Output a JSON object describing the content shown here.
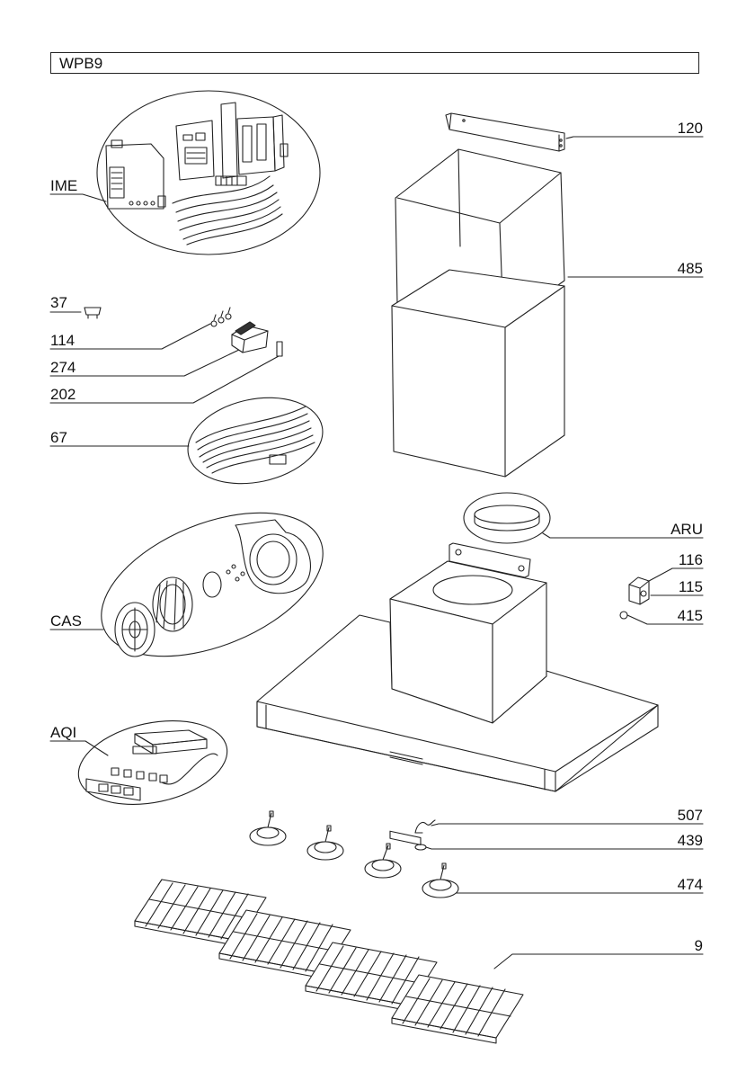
{
  "title": "WPB9",
  "callouts": {
    "ime": "IME",
    "p37": "37",
    "p114": "114",
    "p274": "274",
    "p202": "202",
    "p67": "67",
    "cas": "CAS",
    "aqi": "AQI",
    "p120": "120",
    "p485": "485",
    "aru": "ARU",
    "p116": "116",
    "p115": "115",
    "p415": "415",
    "p507": "507",
    "p439": "439",
    "p474": "474",
    "p9": "9"
  },
  "colors": {
    "line": "#222222",
    "panel": "#ffffff"
  }
}
